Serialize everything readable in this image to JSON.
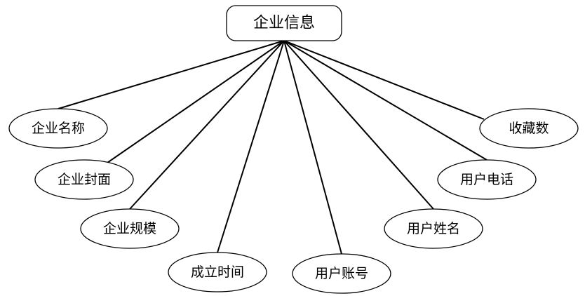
{
  "root": {
    "label": "企业信息"
  },
  "attributes": [
    {
      "id": "company-name",
      "label": "企业名称"
    },
    {
      "id": "company-cover",
      "label": "企业封面"
    },
    {
      "id": "company-scale",
      "label": "企业规模"
    },
    {
      "id": "founded-time",
      "label": "成立时间"
    },
    {
      "id": "user-account",
      "label": "用户账号"
    },
    {
      "id": "user-name",
      "label": "用户姓名"
    },
    {
      "id": "user-phone",
      "label": "用户电话"
    },
    {
      "id": "favorites-count",
      "label": "收藏数"
    }
  ],
  "colors": {
    "stroke": "#000000",
    "fill": "#ffffff"
  }
}
